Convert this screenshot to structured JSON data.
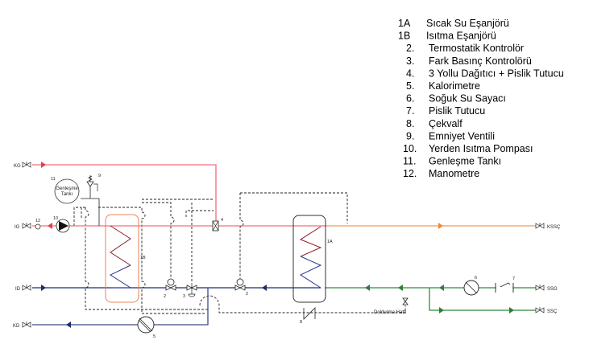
{
  "colors": {
    "hot_supply": "#f26d7d",
    "hot_water_out": "#ef9a5f",
    "return": "#1f2d6b",
    "cold_water": "#2e8b3e",
    "heater_1b_border": "#e8825a"
  },
  "legend": [
    {
      "num": "1A",
      "label": "Sıcak Su Eşanjörü"
    },
    {
      "num": "1B",
      "label": "Isıtma Eşanjörü"
    },
    {
      "num": "2.",
      "label": "Termostatik Kontrolör"
    },
    {
      "num": "3.",
      "label": "Fark Basınç Kontrolörü"
    },
    {
      "num": "4.",
      "label": "3 Yollu Dağıtıcı + Pislik Tutucu"
    },
    {
      "num": "5.",
      "label": "Kalorimetre"
    },
    {
      "num": "6.",
      "label": "Soğuk Su Sayacı"
    },
    {
      "num": "7.",
      "label": "Pislik Tutucu"
    },
    {
      "num": "8.",
      "label": "Çekvalf"
    },
    {
      "num": "9.",
      "label": "Emniyet Ventili"
    },
    {
      "num": "10.",
      "label": "Yerden Isıtma Pompası"
    },
    {
      "num": "11.",
      "label": "Genleşme Tankı"
    },
    {
      "num": "12.",
      "label": "Manometre"
    }
  ],
  "pipes": {
    "kg": "KG",
    "ig": "IG",
    "id": "ID",
    "kd": "KD",
    "kssc": "KSSÇ",
    "ssg": "SSG",
    "ssc": "SSÇ"
  },
  "components": {
    "tank_line1": "Genleşme",
    "tank_line2": "Tankı",
    "n11": "11",
    "n9": "9",
    "n10": "10",
    "n12": "12",
    "n4": "4",
    "n1b": "1B",
    "n1a": "1A",
    "n2a": "2",
    "n3": "3",
    "n2b": "2",
    "n5": "5",
    "n6": "6",
    "n7": "7",
    "n8": "8",
    "fill_line": "Doldurma Hattı"
  }
}
